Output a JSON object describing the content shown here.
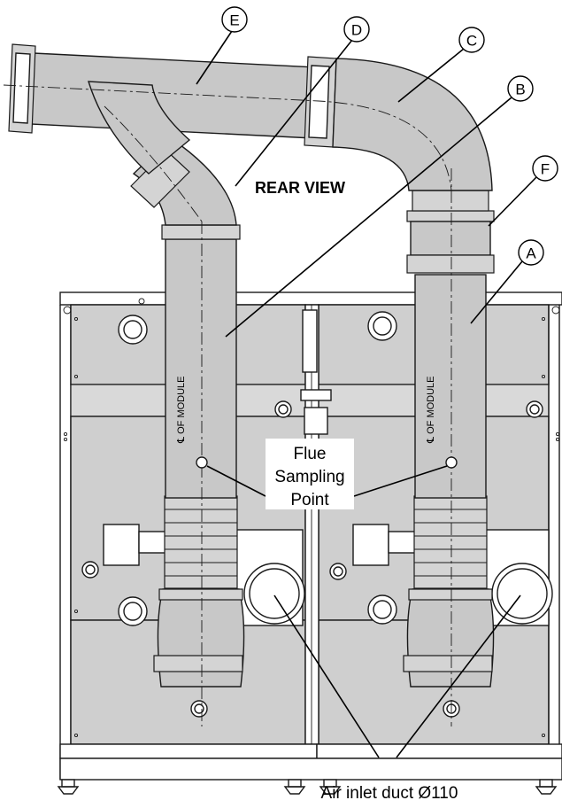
{
  "title": "REAR VIEW",
  "callouts": [
    "A",
    "B",
    "C",
    "D",
    "E",
    "F"
  ],
  "module_centre_label": "℄ OF MODULE",
  "flue_sampling_lines": [
    "Flue",
    "Sampling",
    "Point"
  ],
  "air_inlet_label": "Air inlet duct Ø110"
}
